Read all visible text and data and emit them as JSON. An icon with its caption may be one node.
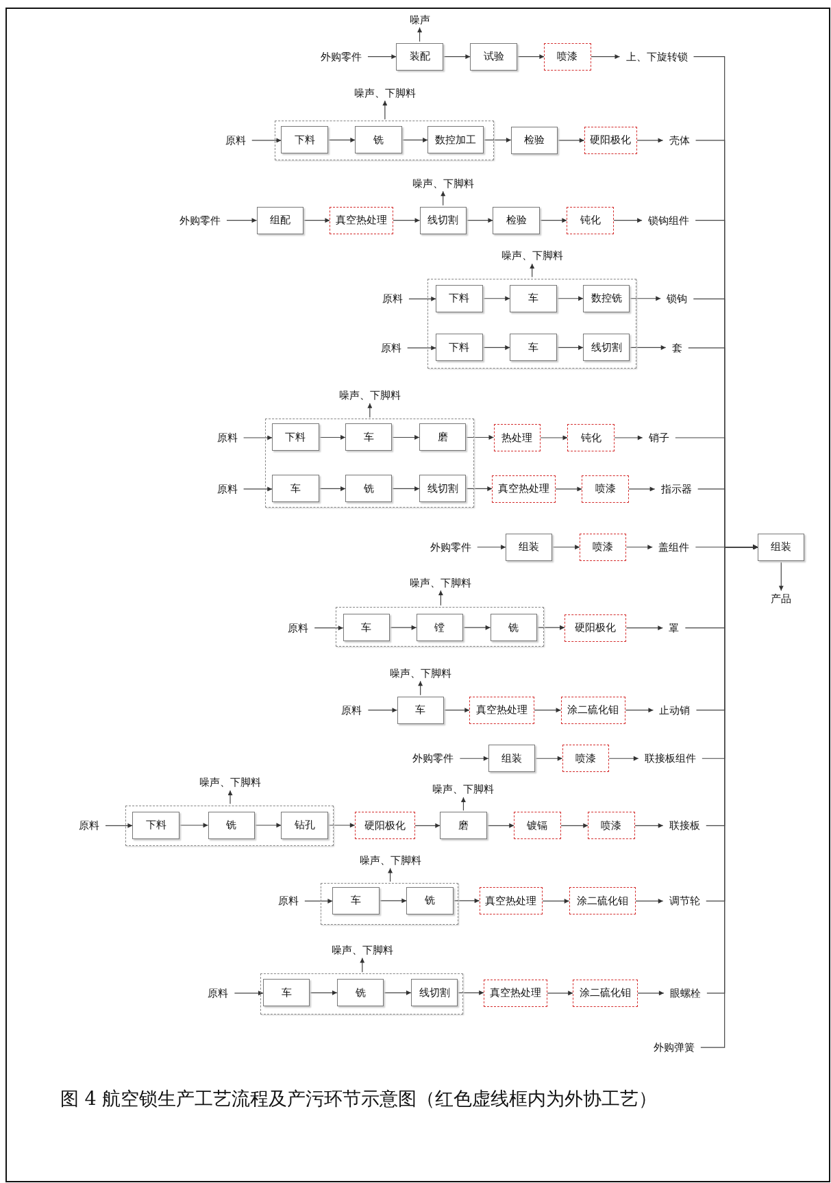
{
  "diagram": {
    "caption": "图 4 航空锁生产工艺流程及产污环节示意图（红色虚线框内为外协工艺）",
    "nodes": [
      {
        "text": [
          "噪声"
        ]
      },
      {
        "text": [
          "外购零件"
        ]
      },
      {
        "text": [
          "装配"
        ]
      },
      {
        "text": [
          "试验"
        ]
      },
      {
        "text": [
          "喷漆"
        ]
      },
      {
        "text": [
          "上、下旋转锁"
        ]
      },
      {
        "text": [
          "噪声、下脚料"
        ]
      },
      {
        "text": [
          "原料"
        ]
      },
      {
        "text": [],
        "shape": "box"
      },
      {
        "text": [
          "下料"
        ],
        "in": 8
      },
      {
        "text": [
          "铣"
        ],
        "in": 8
      },
      {
        "text": [
          "数控加工"
        ],
        "in": 8
      },
      {
        "text": [
          "检验"
        ]
      },
      {
        "text": [
          "硬阳极化"
        ]
      },
      {
        "text": [
          "壳体"
        ]
      },
      {
        "text": [
          "噪声、下脚料"
        ]
      },
      {
        "text": [
          "外购零件"
        ]
      },
      {
        "text": [
          "组配"
        ]
      },
      {
        "text": [
          "真空热处理"
        ]
      },
      {
        "text": [
          "线切割"
        ]
      },
      {
        "text": [
          "检验"
        ]
      },
      {
        "text": [
          "钝化"
        ]
      },
      {
        "text": [
          "锁钩组件"
        ]
      },
      {
        "text": [
          "噪声、下脚料"
        ]
      },
      {
        "text": [
          "原料"
        ]
      },
      {
        "text": [],
        "shape": "box"
      },
      {
        "text": [
          "下料"
        ],
        "in": 25
      },
      {
        "text": [
          "车"
        ],
        "in": 25
      },
      {
        "text": [
          "数控铣"
        ],
        "in": 25
      },
      {
        "text": [
          "锁钩"
        ]
      },
      {
        "text": [
          "原料"
        ]
      },
      {
        "text": [
          "下料"
        ],
        "in": 25
      },
      {
        "text": [
          "车"
        ],
        "in": 25
      },
      {
        "text": [
          "线切割"
        ],
        "in": 25
      },
      {
        "text": [
          "套"
        ]
      },
      {
        "text": [
          "噪声、下脚料"
        ]
      },
      {
        "text": [
          "原料"
        ]
      },
      {
        "text": [],
        "shape": "box"
      },
      {
        "text": [
          "下料"
        ],
        "in": 37
      },
      {
        "text": [
          "车"
        ],
        "in": 37
      },
      {
        "text": [
          "磨"
        ],
        "in": 37
      },
      {
        "text": [
          "热处理"
        ]
      },
      {
        "text": [
          "钝化"
        ]
      },
      {
        "text": [
          "销子"
        ]
      },
      {
        "text": [
          "原料"
        ]
      },
      {
        "text": [
          "车"
        ],
        "in": 37
      },
      {
        "text": [
          "铣"
        ],
        "in": 37
      },
      {
        "text": [
          "线切割"
        ],
        "in": 37
      },
      {
        "text": [
          "真空热处理"
        ]
      },
      {
        "text": [
          "喷漆"
        ]
      },
      {
        "text": [
          "指示器"
        ]
      },
      {
        "text": [
          "外购零件"
        ]
      },
      {
        "text": [
          "组装"
        ]
      },
      {
        "text": [
          "喷漆"
        ]
      },
      {
        "text": [
          "盖组件"
        ]
      },
      {
        "text": [
          "组装"
        ]
      },
      {
        "text": [
          "产品"
        ]
      },
      {
        "text": [
          "噪声、下脚料"
        ]
      },
      {
        "text": [
          "原料"
        ]
      },
      {
        "text": [],
        "shape": "box"
      },
      {
        "text": [
          "车"
        ],
        "in": 59
      },
      {
        "text": [
          "镗"
        ],
        "in": 59
      },
      {
        "text": [
          "铣"
        ],
        "in": 59
      },
      {
        "text": [
          "硬阳极化"
        ]
      },
      {
        "text": [
          "罩"
        ]
      },
      {
        "text": [
          "噪声、下脚料"
        ]
      },
      {
        "text": [
          "原料"
        ]
      },
      {
        "text": [
          "车"
        ]
      },
      {
        "text": [
          "真空热处理"
        ]
      },
      {
        "text": [
          "涂二硫化钼"
        ]
      },
      {
        "text": [
          "止动销"
        ]
      },
      {
        "text": [
          "外购零件"
        ]
      },
      {
        "text": [
          "组装"
        ]
      },
      {
        "text": [
          "喷漆"
        ]
      },
      {
        "text": [
          "联接板组件"
        ]
      },
      {
        "text": [
          "噪声、下脚料"
        ]
      },
      {
        "text": [
          "噪声、下脚料"
        ]
      },
      {
        "text": [
          "原料"
        ]
      },
      {
        "text": [],
        "shape": "box"
      },
      {
        "text": [
          "下料"
        ],
        "in": 78
      },
      {
        "text": [
          "铣"
        ],
        "in": 78
      },
      {
        "text": [
          "钻孔"
        ],
        "in": 78
      },
      {
        "text": [
          "硬阳极化"
        ]
      },
      {
        "text": [
          "磨"
        ]
      },
      {
        "text": [
          "镀镉"
        ]
      },
      {
        "text": [
          "喷漆"
        ]
      },
      {
        "text": [
          "联接板"
        ]
      },
      {
        "text": [
          "噪声、下脚料"
        ]
      },
      {
        "text": [
          "原料"
        ]
      },
      {
        "text": [],
        "shape": "box"
      },
      {
        "text": [
          "车"
        ],
        "in": 89
      },
      {
        "text": [
          "铣"
        ],
        "in": 89
      },
      {
        "text": [
          "真空热处理"
        ]
      },
      {
        "text": [
          "涂二硫化钼"
        ]
      },
      {
        "text": [
          "调节轮"
        ]
      },
      {
        "text": [
          "噪声、下脚料"
        ]
      },
      {
        "text": [
          "原料"
        ]
      },
      {
        "text": [],
        "shape": "box"
      },
      {
        "text": [
          "车"
        ],
        "in": 97
      },
      {
        "text": [
          "铣"
        ],
        "in": 97
      },
      {
        "text": [
          "线切割"
        ],
        "in": 97
      },
      {
        "text": [
          "真空热处理"
        ]
      },
      {
        "text": [
          "涂二硫化钼"
        ]
      },
      {
        "text": [
          "眼螺栓"
        ]
      },
      {
        "text": [
          "外购弹簧"
        ]
      }
    ],
    "edges": [
      {
        "from": 1,
        "to": 2,
        "arrow": "to"
      },
      {
        "from": 2,
        "to": 3,
        "arrow": "to"
      },
      {
        "from": 3,
        "to": 4,
        "arrow": "to"
      },
      {
        "from": 4,
        "to": 5,
        "arrow": "to"
      },
      {
        "from": 2,
        "to": 0,
        "arrow": "to"
      },
      {
        "from": 5,
        "to": 55,
        "arrow": "to"
      },
      {
        "from": 7,
        "to": 9,
        "arrow": "to"
      },
      {
        "from": 9,
        "to": 10,
        "arrow": "to"
      },
      {
        "from": 10,
        "to": 11,
        "arrow": "to"
      },
      {
        "from": 11,
        "to": 12,
        "arrow": "to"
      },
      {
        "from": 12,
        "to": 13,
        "arrow": "to"
      },
      {
        "from": 13,
        "to": 14,
        "arrow": "to"
      },
      {
        "from": 8,
        "to": 6,
        "arrow": "to"
      },
      {
        "from": 14,
        "to": 55,
        "arrow": "to"
      },
      {
        "from": 16,
        "to": 17,
        "arrow": "to"
      },
      {
        "from": 17,
        "to": 18,
        "arrow": "to"
      },
      {
        "from": 18,
        "to": 19,
        "arrow": "to"
      },
      {
        "from": 19,
        "to": 20,
        "arrow": "to"
      },
      {
        "from": 20,
        "to": 21,
        "arrow": "to"
      },
      {
        "from": 21,
        "to": 22,
        "arrow": "to"
      },
      {
        "from": 19,
        "to": 15,
        "arrow": "to"
      },
      {
        "from": 22,
        "to": 55,
        "arrow": "to"
      },
      {
        "from": 24,
        "to": 26,
        "arrow": "to"
      },
      {
        "from": 26,
        "to": 27,
        "arrow": "to"
      },
      {
        "from": 27,
        "to": 28,
        "arrow": "to"
      },
      {
        "from": 28,
        "to": 29,
        "arrow": "to"
      },
      {
        "from": 25,
        "to": 23,
        "arrow": "to"
      },
      {
        "from": 29,
        "to": 55,
        "arrow": "to"
      },
      {
        "from": 30,
        "to": 31,
        "arrow": "to"
      },
      {
        "from": 31,
        "to": 32,
        "arrow": "to"
      },
      {
        "from": 32,
        "to": 33,
        "arrow": "to"
      },
      {
        "from": 33,
        "to": 34,
        "arrow": "to"
      },
      {
        "from": 34,
        "to": 55,
        "arrow": "to"
      },
      {
        "from": 36,
        "to": 38,
        "arrow": "to"
      },
      {
        "from": 38,
        "to": 39,
        "arrow": "to"
      },
      {
        "from": 39,
        "to": 40,
        "arrow": "to"
      },
      {
        "from": 40,
        "to": 41,
        "arrow": "to"
      },
      {
        "from": 41,
        "to": 42,
        "arrow": "to"
      },
      {
        "from": 42,
        "to": 43,
        "arrow": "to"
      },
      {
        "from": 37,
        "to": 35,
        "arrow": "to"
      },
      {
        "from": 43,
        "to": 55,
        "arrow": "to"
      },
      {
        "from": 44,
        "to": 45,
        "arrow": "to"
      },
      {
        "from": 45,
        "to": 46,
        "arrow": "to"
      },
      {
        "from": 46,
        "to": 47,
        "arrow": "to"
      },
      {
        "from": 47,
        "to": 48,
        "arrow": "to"
      },
      {
        "from": 48,
        "to": 49,
        "arrow": "to"
      },
      {
        "from": 49,
        "to": 50,
        "arrow": "to"
      },
      {
        "from": 50,
        "to": 55,
        "arrow": "to"
      },
      {
        "from": 51,
        "to": 52,
        "arrow": "to"
      },
      {
        "from": 52,
        "to": 53,
        "arrow": "to"
      },
      {
        "from": 53,
        "to": 54,
        "arrow": "to"
      },
      {
        "from": 54,
        "to": 55,
        "arrow": "to"
      },
      {
        "from": 55,
        "to": 56,
        "arrow": "to"
      },
      {
        "from": 58,
        "to": 60,
        "arrow": "to"
      },
      {
        "from": 60,
        "to": 61,
        "arrow": "to"
      },
      {
        "from": 61,
        "to": 62,
        "arrow": "to"
      },
      {
        "from": 62,
        "to": 63,
        "arrow": "to"
      },
      {
        "from": 63,
        "to": 64,
        "arrow": "to"
      },
      {
        "from": 59,
        "to": 57,
        "arrow": "to"
      },
      {
        "from": 64,
        "to": 55,
        "arrow": "to"
      },
      {
        "from": 66,
        "to": 67,
        "arrow": "to"
      },
      {
        "from": 67,
        "to": 68,
        "arrow": "to"
      },
      {
        "from": 68,
        "to": 69,
        "arrow": "to"
      },
      {
        "from": 69,
        "to": 70,
        "arrow": "to"
      },
      {
        "from": 67,
        "to": 65,
        "arrow": "to"
      },
      {
        "from": 70,
        "to": 55,
        "arrow": "to"
      },
      {
        "from": 71,
        "to": 72,
        "arrow": "to"
      },
      {
        "from": 72,
        "to": 73,
        "arrow": "to"
      },
      {
        "from": 73,
        "to": 74,
        "arrow": "to"
      },
      {
        "from": 74,
        "to": 55,
        "arrow": "to"
      },
      {
        "from": 77,
        "to": 79,
        "arrow": "to"
      },
      {
        "from": 79,
        "to": 80,
        "arrow": "to"
      },
      {
        "from": 80,
        "to": 81,
        "arrow": "to"
      },
      {
        "from": 81,
        "to": 82,
        "arrow": "to"
      },
      {
        "from": 82,
        "to": 83,
        "arrow": "to"
      },
      {
        "from": 83,
        "to": 84,
        "arrow": "to"
      },
      {
        "from": 84,
        "to": 85,
        "arrow": "to"
      },
      {
        "from": 85,
        "to": 86,
        "arrow": "to"
      },
      {
        "from": 78,
        "to": 75,
        "arrow": "to"
      },
      {
        "from": 83,
        "to": 76,
        "arrow": "to"
      },
      {
        "from": 86,
        "to": 55,
        "arrow": "to"
      },
      {
        "from": 88,
        "to": 90,
        "arrow": "to"
      },
      {
        "from": 90,
        "to": 91,
        "arrow": "to"
      },
      {
        "from": 91,
        "to": 92,
        "arrow": "to"
      },
      {
        "from": 92,
        "to": 93,
        "arrow": "to"
      },
      {
        "from": 93,
        "to": 94,
        "arrow": "to"
      },
      {
        "from": 89,
        "to": 87,
        "arrow": "to"
      },
      {
        "from": 94,
        "to": 55,
        "arrow": "to"
      },
      {
        "from": 96,
        "to": 98,
        "arrow": "to"
      },
      {
        "from": 98,
        "to": 99,
        "arrow": "to"
      },
      {
        "from": 99,
        "to": 100,
        "arrow": "to"
      },
      {
        "from": 100,
        "to": 101,
        "arrow": "to"
      },
      {
        "from": 101,
        "to": 102,
        "arrow": "to"
      },
      {
        "from": 102,
        "to": 103,
        "arrow": "to"
      },
      {
        "from": 97,
        "to": 95,
        "arrow": "to"
      },
      {
        "from": 103,
        "to": 55,
        "arrow": "to"
      },
      {
        "from": 104,
        "to": 55,
        "arrow": "to"
      }
    ]
  }
}
